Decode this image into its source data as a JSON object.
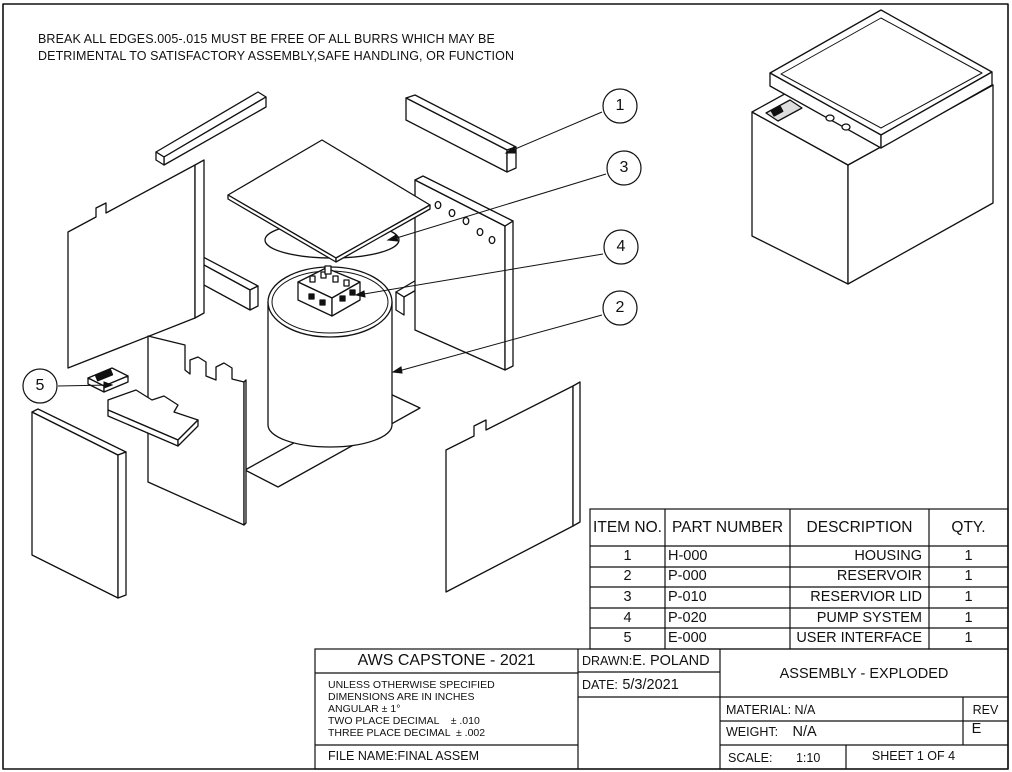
{
  "notes": {
    "line1": "BREAK ALL EDGES.005-.015 MUST BE FREE OF ALL BURRS WHICH MAY BE",
    "line2": "DETRIMENTAL TO SATISFACTORY ASSEMBLY,SAFE HANDLING, OR FUNCTION"
  },
  "balloons": [
    "1",
    "3",
    "4",
    "2",
    "5"
  ],
  "bom": {
    "headers": [
      "ITEM NO.",
      "PART NUMBER",
      "DESCRIPTION",
      "QTY."
    ],
    "rows": [
      [
        "1",
        "H-000",
        "HOUSING",
        "1"
      ],
      [
        "2",
        "P-000",
        "RESERVOIR",
        "1"
      ],
      [
        "3",
        "P-010",
        "RESERVIOR LID",
        "1"
      ],
      [
        "4",
        "P-020",
        "PUMP SYSTEM",
        "1"
      ],
      [
        "5",
        "E-000",
        "USER INTERFACE",
        "1"
      ]
    ]
  },
  "title_block": {
    "project": "AWS CAPSTONE - 2021",
    "tolerance_lines": [
      "UNLESS OTHERWISE SPECIFIED",
      "DIMENSIONS ARE IN INCHES",
      "ANGULAR  ± 1°",
      "TWO PLACE DECIMAL    ± .010",
      "THREE PLACE DECIMAL  ± .002"
    ],
    "drawn_label": "DRAWN:",
    "drawn_value": "E. POLAND",
    "date_label": "DATE:",
    "date_value": "5/3/2021",
    "drawing_title": "ASSEMBLY - EXPLODED",
    "material_label": "MATERIAL:",
    "material_value": "N/A",
    "weight_label": "WEIGHT:",
    "weight_value": "N/A",
    "rev_label": "REV",
    "rev_value": "E",
    "file_label": "FILE NAME:",
    "file_value": "FINAL ASSEM",
    "scale_label": "SCALE:",
    "scale_value": "1:10",
    "sheet": "SHEET 1 OF 4"
  }
}
